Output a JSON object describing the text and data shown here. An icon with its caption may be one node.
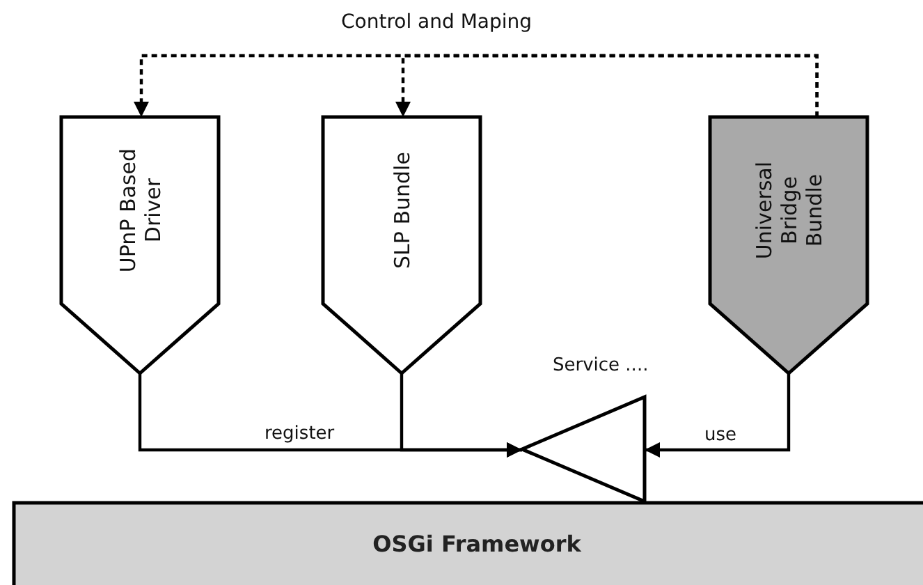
{
  "diagram": {
    "nodes": [
      {
        "text": [
          "UPnP Based Driver"
        ]
      },
      {
        "text": [
          "SLP Bundle"
        ]
      },
      {
        "text": [
          "Universal Bridge Bundle"
        ]
      },
      {
        "text": [],
        "shape": "triangle",
        "beside": [
          "Service ...."
        ]
      },
      {
        "text": [
          "OSGi Framework"
        ]
      }
    ],
    "edges": [
      {
        "from": 2,
        "to": 0,
        "arrow": "to",
        "style": "dashed"
      },
      {
        "from": 2,
        "to": 1,
        "arrow": "to",
        "style": "dashed"
      },
      {
        "from": 0,
        "to": 3,
        "arrow": "to",
        "label": "register"
      },
      {
        "from": 1,
        "to": 3,
        "arrow": "to"
      },
      {
        "from": 2,
        "to": 3,
        "arrow": "to",
        "label": "use"
      }
    ],
    "labels": [
      "Control and Maping"
    ]
  }
}
